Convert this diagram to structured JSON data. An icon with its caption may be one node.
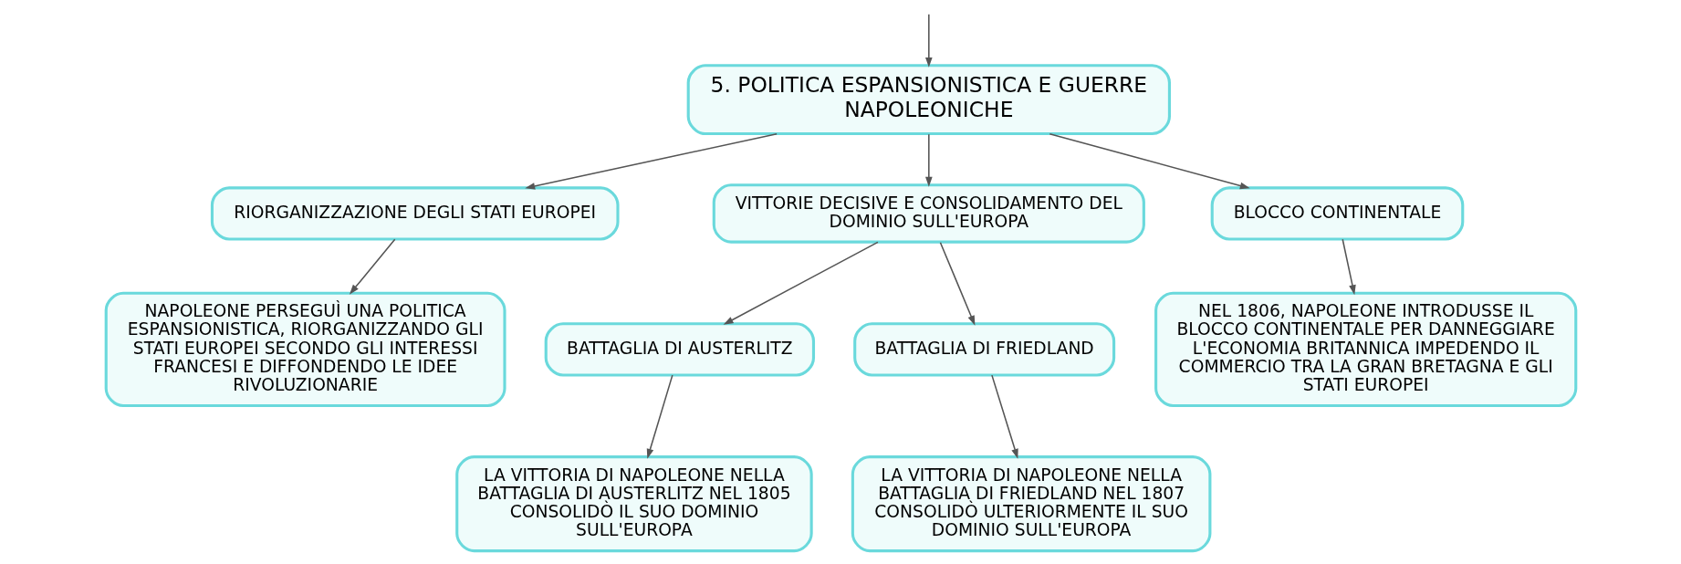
{
  "diagram": {
    "nodes": [
      {
        "text": [
          "5. POLITICA ESPANSIONISTICA E GUERRE NAPOLEONICHE"
        ]
      },
      {
        "text": [
          "RIORGANIZZAZIONE DEGLI STATI EUROPEI"
        ]
      },
      {
        "text": [
          "VITTORIE DECISIVE E CONSOLIDAMENTO DEL DOMINIO SULL'EUROPA"
        ]
      },
      {
        "text": [
          "BLOCCO CONTINENTALE"
        ]
      },
      {
        "text": [
          "NAPOLEONE PERSEGUÌ UNA POLITICA ESPANSIONISTICA, RIORGANIZZANDO GLI STATI EUROPEI SECONDO GLI INTERESSI FRANCESI E DIFFONDENDO LE IDEE RIVOLUZIONARIE"
        ]
      },
      {
        "text": [
          "BATTAGLIA DI AUSTERLITZ"
        ]
      },
      {
        "text": [
          "BATTAGLIA DI FRIEDLAND"
        ]
      },
      {
        "text": [
          "NEL 1806, NAPOLEONE INTRODUSSE IL BLOCCO CONTINENTALE PER DANNEGGIARE L'ECONOMIA BRITANNICA IMPEDENDO IL COMMERCIO TRA LA GRAN BRETAGNA E GLI STATI EUROPEI"
        ]
      },
      {
        "text": [
          "LA VITTORIA DI NAPOLEONE NELLA BATTAGLIA DI AUSTERLITZ NEL 1805 CONSOLIDÒ IL SUO DOMINIO SULL'EUROPA"
        ]
      },
      {
        "text": [
          "LA VITTORIA DI NAPOLEONE NELLA BATTAGLIA DI FRIEDLAND NEL 1807 CONSOLIDÒ ULTERIORMENTE IL SUO DOMINIO SULL'EUROPA"
        ]
      }
    ],
    "edges": [
      {
        "from": null,
        "to": 0,
        "arrow": "to"
      },
      {
        "from": 0,
        "to": 1,
        "arrow": "to"
      },
      {
        "from": 0,
        "to": 2,
        "arrow": "to"
      },
      {
        "from": 0,
        "to": 3,
        "arrow": "to"
      },
      {
        "from": 1,
        "to": 4,
        "arrow": "to"
      },
      {
        "from": 2,
        "to": 5,
        "arrow": "to"
      },
      {
        "from": 2,
        "to": 6,
        "arrow": "to"
      },
      {
        "from": 3,
        "to": 7,
        "arrow": "to"
      },
      {
        "from": 5,
        "to": 8,
        "arrow": "to"
      },
      {
        "from": 6,
        "to": 9,
        "arrow": "to"
      }
    ]
  }
}
